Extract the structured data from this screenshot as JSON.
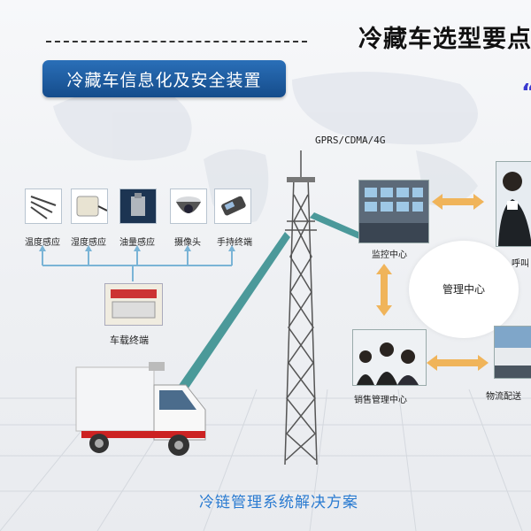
{
  "title": "冷藏车选型要点",
  "quote_glyph": "“",
  "section_banner": "冷藏车信息化及安全装置",
  "protocol": "GPRS/CDMA/4G",
  "sensors": [
    {
      "label": "温度感应",
      "icon": "temperature-probe-icon"
    },
    {
      "label": "湿度感应",
      "icon": "humidity-sensor-icon"
    },
    {
      "label": "油量感应",
      "icon": "fuel-sensor-icon"
    },
    {
      "label": "摄像头",
      "icon": "camera-icon"
    },
    {
      "label": "手持终端",
      "icon": "handheld-terminal-icon"
    }
  ],
  "vehicle_terminal": "车载终端",
  "center": "管理中心",
  "nodes": {
    "monitor": "监控中心",
    "call": "呼叫",
    "sales": "销售管理中心",
    "logistics": "物流配送"
  },
  "footer": "冷链管理系统解决方案",
  "colors": {
    "banner": "#1d5ea6",
    "arrow": "#f0b45a",
    "signal": "#2e8a8a",
    "footer": "#2a7bd1"
  }
}
